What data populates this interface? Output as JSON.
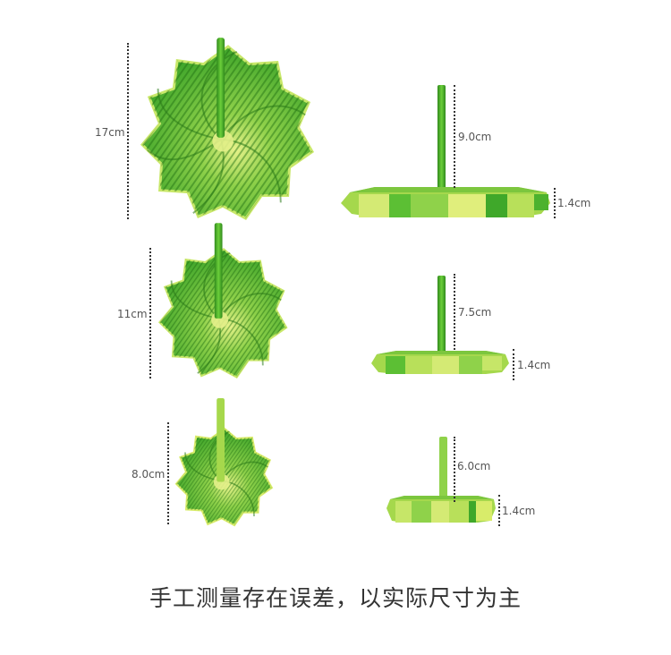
{
  "products": [
    {
      "size": "large",
      "top_view": {
        "diameter_label": "17cm"
      },
      "side_view": {
        "stem_height_label": "9.0cm",
        "base_height_label": "1.4cm"
      }
    },
    {
      "size": "medium",
      "top_view": {
        "diameter_label": "11cm"
      },
      "side_view": {
        "stem_height_label": "7.5cm",
        "base_height_label": "1.4cm"
      }
    },
    {
      "size": "small",
      "top_view": {
        "diameter_label": "8.0cm"
      },
      "side_view": {
        "stem_height_label": "6.0cm",
        "base_height_label": "1.4cm"
      }
    }
  ],
  "caption": "手工测量存在误差，以实际尺寸为主",
  "colors": {
    "primary_green": "#4caf2a",
    "light_green": "#b5e05a",
    "yellow_green": "#d8ec6a",
    "dark_green": "#2f8a1c",
    "dim_line": "#333333",
    "label_text": "#555555"
  }
}
